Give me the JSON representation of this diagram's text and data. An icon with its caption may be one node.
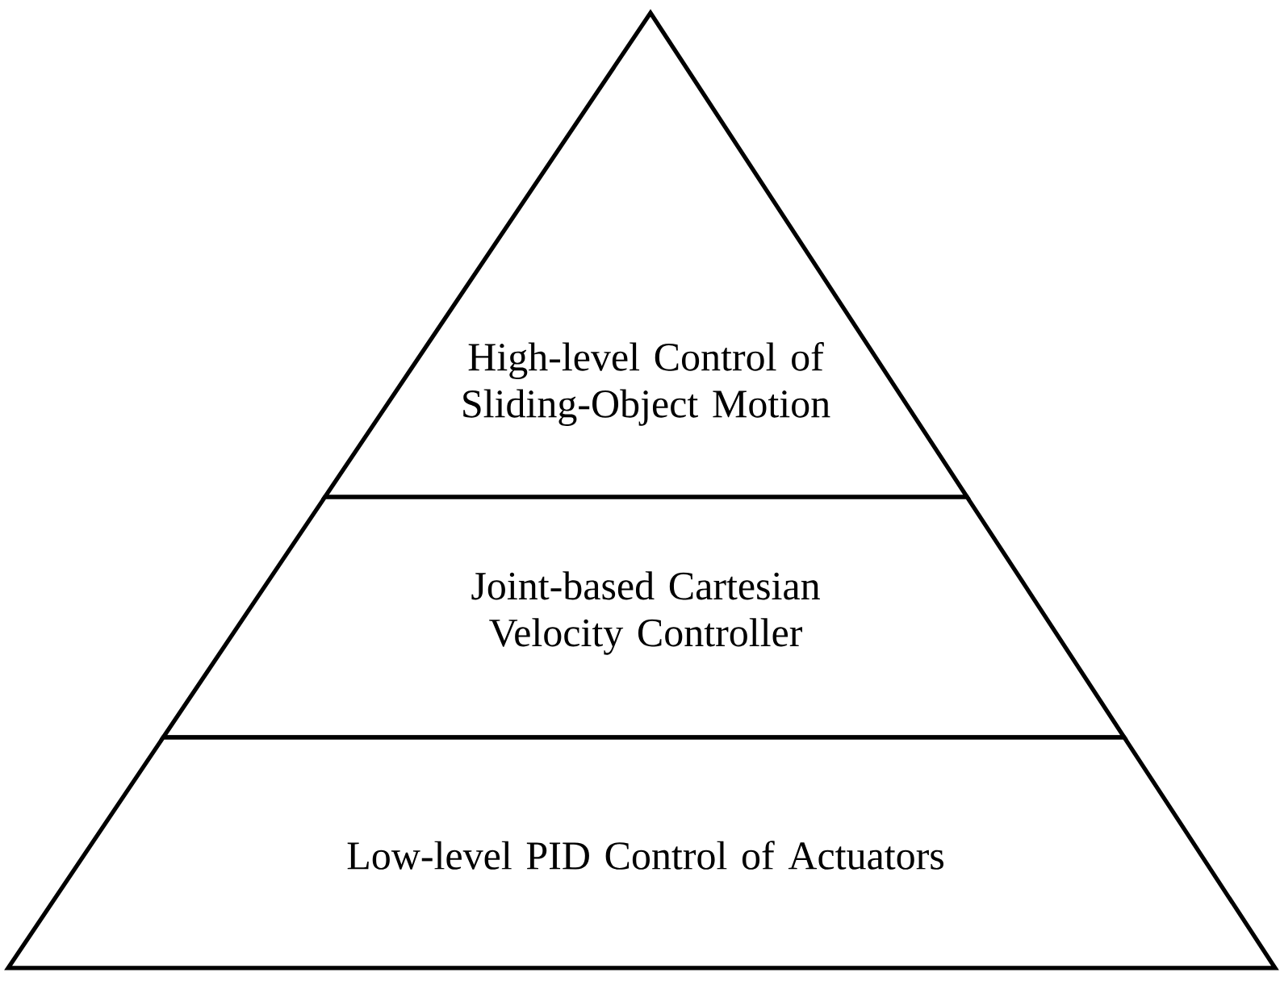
{
  "diagram": {
    "nodes": [
      {
        "text": [
          "High-level Control of Sliding-Object Motion"
        ]
      },
      {
        "text": [
          "Joint-based Cartesian Velocity Controller"
        ]
      },
      {
        "text": [
          "Low-level PID Control of Actuators"
        ]
      }
    ],
    "edges": []
  }
}
